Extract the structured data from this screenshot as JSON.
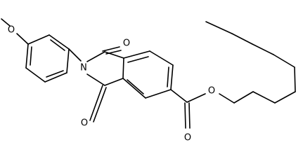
{
  "molecule": {
    "atoms": [
      {
        "id": "O_methoxy",
        "label": "O"
      },
      {
        "id": "N_imide",
        "label": "N"
      },
      {
        "id": "O_carbonyl_top",
        "label": "O"
      },
      {
        "id": "O_carbonyl_bottom",
        "label": "O"
      },
      {
        "id": "O_ester_single",
        "label": "O"
      },
      {
        "id": "O_ester_double",
        "label": "O"
      }
    ]
  }
}
